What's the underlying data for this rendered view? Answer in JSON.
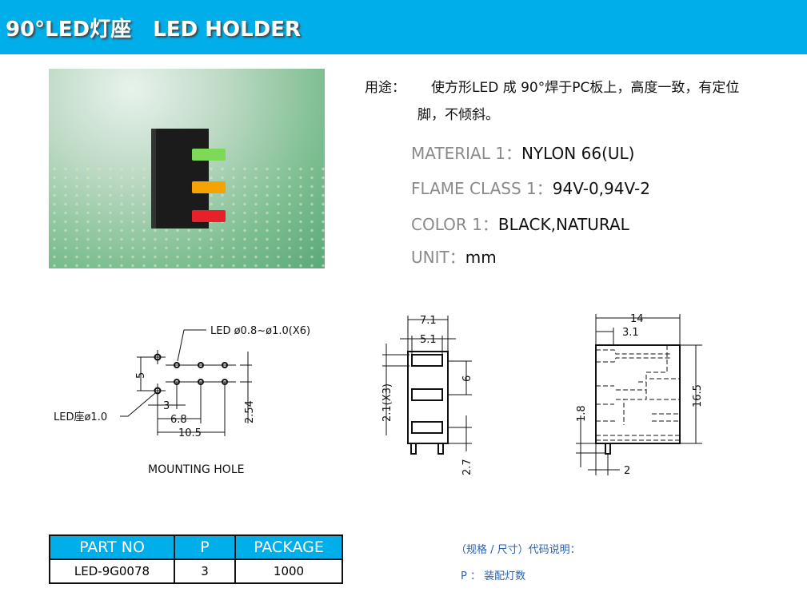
{
  "header": {
    "title": "90°LED灯座   LED HOLDER"
  },
  "usage": {
    "label": "用途：",
    "text_line1": "使方形LED 成 90°焊于PC板上，高度一致，有定位",
    "text_line2": "脚，不倾斜。"
  },
  "specs": [
    {
      "key": "MATERIAL 1：",
      "value": "NYLON 66(UL)"
    },
    {
      "key": "FLAME CLASS 1：",
      "value": "94V-0,94V-2"
    },
    {
      "key": "COLOR 1：",
      "value": "BLACK,NATURAL"
    },
    {
      "key": "UNIT：",
      "value": "mm"
    }
  ],
  "drawing_mounting": {
    "led_hole": "LED  ø0.8~ø1.0(X6)",
    "holder_hole": "LED座ø1.0",
    "d5": "5",
    "d254": "2.54",
    "d3": "3",
    "d68": "6.8",
    "d105": "10.5",
    "caption": "MOUNTING  HOLE"
  },
  "drawing_front": {
    "d71": "7.1",
    "d51": "5.1",
    "d21": "2.1(X3)",
    "d6": "6",
    "d27": "2.7"
  },
  "drawing_side": {
    "d14": "14",
    "d31": "3.1",
    "d165": "16.5",
    "d18": "1.8",
    "d2": "2"
  },
  "led_colors": [
    "#7ed957",
    "#f5a300",
    "#e8202a"
  ],
  "table": {
    "headers": [
      "PART NO",
      "P",
      "PACKAGE"
    ],
    "rows": [
      [
        "LED-9G0078",
        "3",
        "1000"
      ]
    ]
  },
  "notes": {
    "title": "（规格 / 尺寸）代码说明：",
    "p": "P ： 装配灯数"
  }
}
